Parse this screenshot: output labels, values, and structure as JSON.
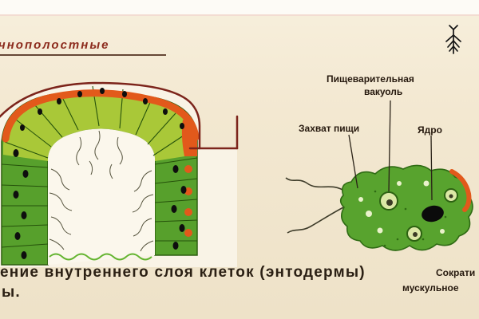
{
  "header": {
    "title_fragment": "чнополостные"
  },
  "caption": {
    "line1": "ение внутреннего слоя клеток (энтодермы)",
    "line2": "ы."
  },
  "labels": {
    "digestive_vacuole_line1": "Пищеварительная",
    "digestive_vacuole_line2": "вакуоль",
    "food_capture": "Захват пищи",
    "nucleus": "Ядро",
    "contractile_line1": "Сократи",
    "contractile_line2": "мускульное"
  },
  "icons": {
    "corner_symbol": "plant-icon"
  },
  "colors": {
    "page_background": "#f2e7d0",
    "paper_strip": "#fdfbf6",
    "heading_maroon": "#8c2b1d",
    "ink": "#2b2014",
    "outline_maroon": "#7c241b",
    "cell_green": "#57a02c",
    "cell_yellow_green": "#a9c838",
    "accent_orange": "#e2591b",
    "interior_cream": "#f9f3e6"
  }
}
